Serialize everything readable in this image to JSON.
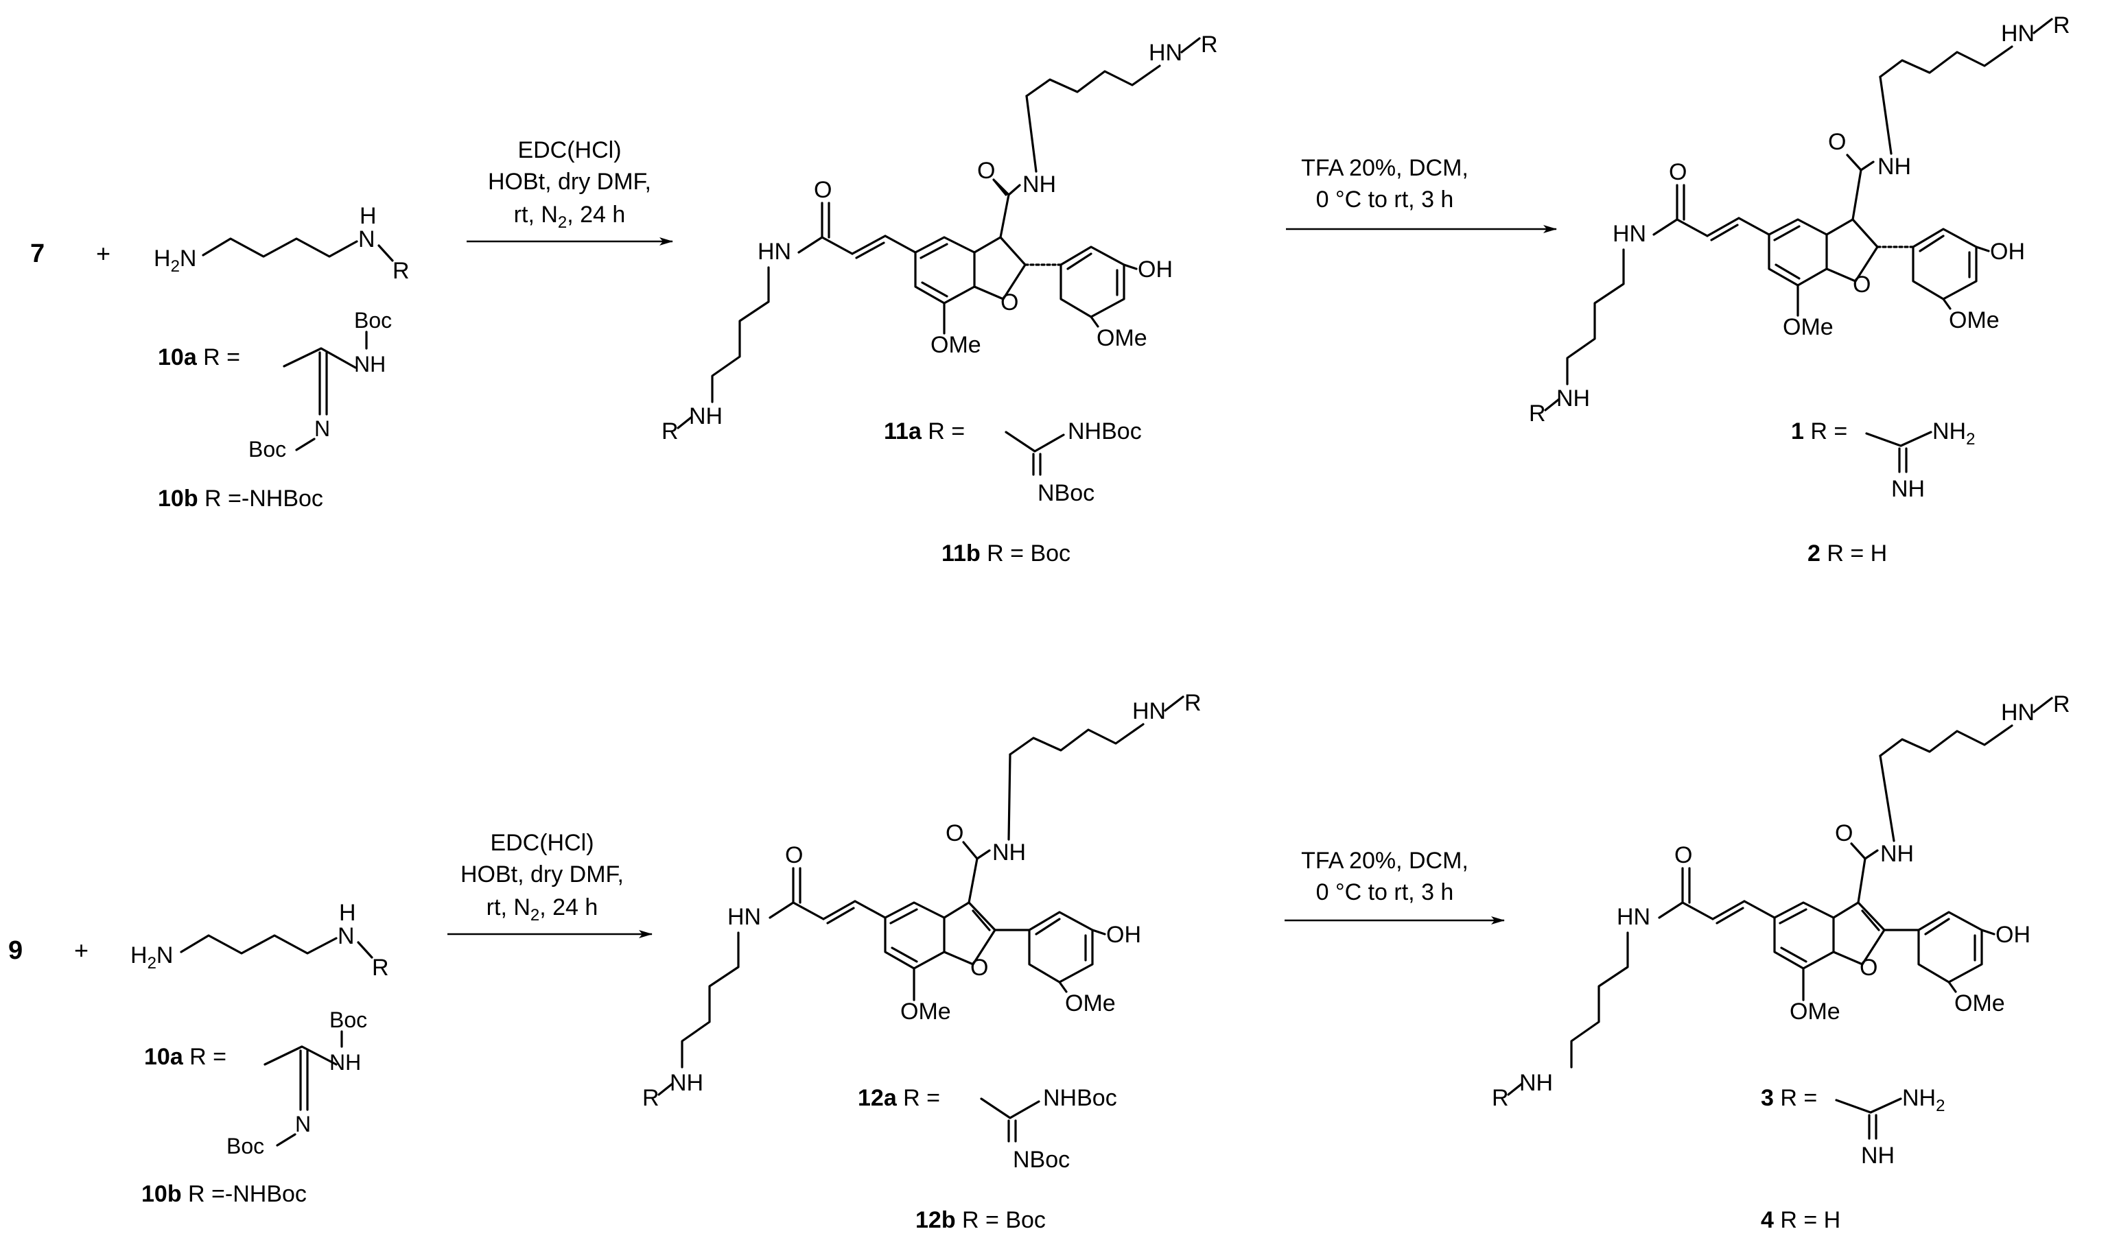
{
  "scheme_1": {
    "start_compound": "7",
    "plus_1": "+",
    "diamine_left": "H",
    "diamine_left_sub": "2",
    "diamine_left_n": "N",
    "diamine_h": "H",
    "diamine_n": "N",
    "diamine_r": "R",
    "r10a_label": "10a",
    "r10a_eq": " R =",
    "r10a_boc_top": "Boc",
    "r10a_nh": "NH",
    "r10a_n": "N",
    "r10a_boc_bottom": "Boc",
    "r10b_label": "10b",
    "r10b_text": "  R =-NHBoc",
    "reagents_line1": "EDC(HCl)",
    "reagents_line2": "HOBt, dry DMF,",
    "reagents_line3_a": "rt, N",
    "reagents_line3_sub": "2",
    "reagents_line3_b": ", 24 h",
    "product_labels": {
      "nh_top": "HN",
      "r_top": "R",
      "o_amide_top": "O",
      "nh_amide_top": "NH",
      "o_amide_left": "O",
      "hn_left": "HN",
      "oh": "OH",
      "ome_ring": "OMe",
      "o_furan": "O",
      "ome_bottom": "OMe",
      "r_nh_bottom_r": "R",
      "r_nh_bottom_nh": "NH"
    },
    "r11a_label": "11a",
    "r11a_eq": " R =",
    "r11a_nhboc": "NHBoc",
    "r11a_nboc": "NBoc",
    "r11b_label": "11b",
    "r11b_text": "  R = Boc",
    "deprotection_line1": "TFA 20%, DCM,",
    "deprotection_line2": "0 °C to rt, 3 h",
    "r1_label": "1",
    "r1_eq": " R =",
    "r1_nh2": "NH",
    "r1_nh2_sub": "2",
    "r1_nh": "NH",
    "r2_label": "2",
    "r2_text": "  R = H"
  },
  "scheme_2": {
    "start_compound": "9",
    "plus_1": "+",
    "diamine_left": "H",
    "diamine_left_sub": "2",
    "diamine_left_n": "N",
    "diamine_h": "H",
    "diamine_n": "N",
    "diamine_r": "R",
    "r10a_label": "10a",
    "r10a_eq": " R =",
    "r10a_boc_top": "Boc",
    "r10a_nh": "NH",
    "r10a_n": "N",
    "r10a_boc_bottom": "Boc",
    "r10b_label": "10b",
    "r10b_text": "  R =-NHBoc",
    "reagents_line1": "EDC(HCl)",
    "reagents_line2": "HOBt, dry DMF,",
    "reagents_line3_a": "rt, N",
    "reagents_line3_sub": "2",
    "reagents_line3_b": ", 24 h",
    "product_labels": {
      "nh_top": "HN",
      "r_top": "R",
      "o_amide_top": "O",
      "nh_amide_top": "NH",
      "o_amide_left": "O",
      "hn_left": "HN",
      "oh": "OH",
      "ome_ring": "OMe",
      "o_furan": "O",
      "ome_bottom": "OMe",
      "r_nh_bottom_r": "R",
      "r_nh_bottom_nh": "NH"
    },
    "r12a_label": "12a",
    "r12a_eq": " R =",
    "r12a_nhboc": "NHBoc",
    "r12a_nboc": "NBoc",
    "r12b_label": "12b",
    "r12b_text": "  R = Boc",
    "deprotection_line1": "TFA 20%, DCM,",
    "deprotection_line2": "0 °C to rt, 3 h",
    "r3_label": "3",
    "r3_eq": " R =",
    "r3_nh2": "NH",
    "r3_nh2_sub": "2",
    "r3_nh": "NH",
    "r4_label": "4",
    "r4_text": "  R = H"
  }
}
